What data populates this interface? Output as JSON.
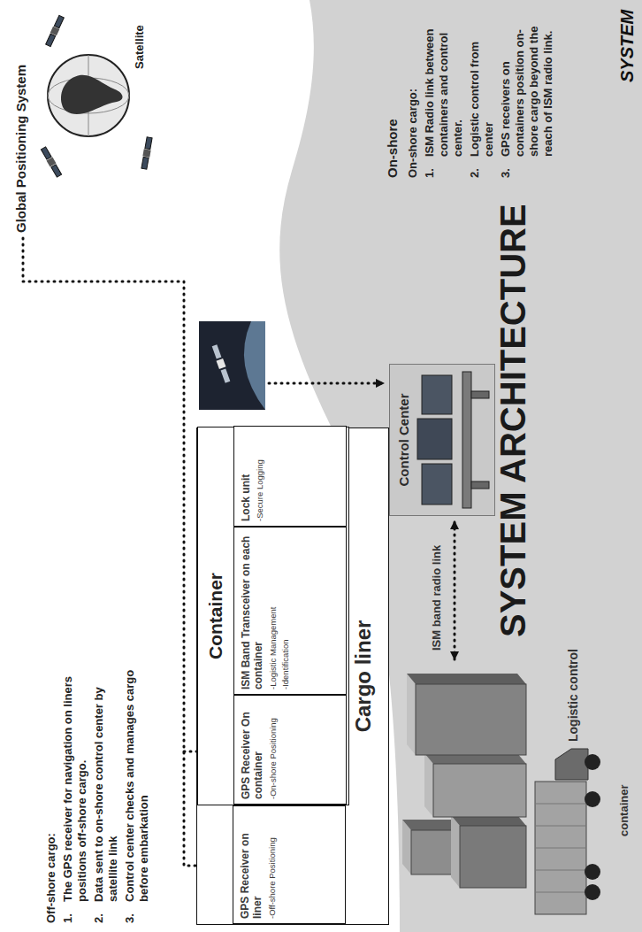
{
  "diagram": {
    "title": "SYSTEM ARCHITECTURE",
    "nodes": [
      {
        "text": [
          "Cargo liner"
        ]
      },
      {
        "text": [
          "GPS Receiver on liner",
          "-Off-shore Positioning"
        ],
        "in": 0
      },
      {
        "text": [
          "Container"
        ],
        "in": 0
      },
      {
        "text": [
          "GPS Receiver On container",
          "-On-shore Positioning"
        ],
        "in": 2
      },
      {
        "text": [
          "ISM Band Transceiver on each container",
          "-Logistic Management",
          "-Identification"
        ],
        "in": 2
      },
      {
        "text": [
          "Lock unit",
          "-Secure Logging"
        ],
        "in": 2
      },
      {
        "text": [
          "Control Center"
        ]
      }
    ],
    "labels": [
      "SYSTEM",
      "Satellite",
      "Global Positioning System",
      "Off-shore cargo:",
      "1.",
      "The GPS receiver for navigation on liners positions off-shore cargo.",
      "2.",
      "Data sent to on-shore control center by satellite link",
      "3.",
      "Control center checks and manages cargo before embarkation",
      "On-shore",
      "On-shore cargo:",
      "1.",
      "ISM Radio link between containers and control center.",
      "2.",
      "Logistic control from center",
      "3.",
      "GPS receivers on containers position on-shore cargo beyond the reach of ISM radio link.",
      "ISM band radio link",
      "Logistic control",
      "container"
    ]
  }
}
